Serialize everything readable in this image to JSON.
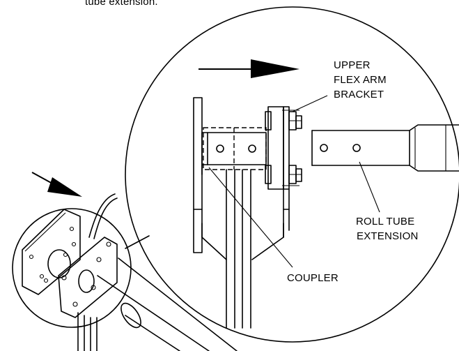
{
  "caption_fragment": "tube extension.",
  "labels": {
    "upper_bracket": [
      "UPPER",
      "FLEX ARM",
      "BRACKET"
    ],
    "roll_tube": [
      "ROLL TUBE",
      "EXTENSION"
    ],
    "coupler": "COUPLER"
  },
  "colors": {
    "ink": "#000000",
    "background": "#ffffff"
  }
}
